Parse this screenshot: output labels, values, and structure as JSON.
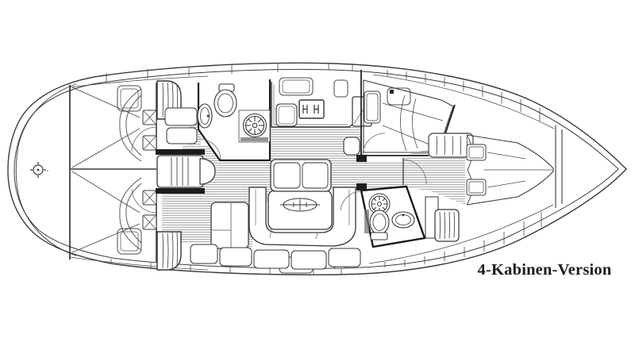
{
  "diagram": {
    "caption": "4-Kabinen-Version",
    "colors": {
      "background": "#ffffff",
      "line": "#3b3b3b",
      "wall": "#161616",
      "sole_line": "#a8a8a8",
      "text": "#1c1c1c"
    },
    "icons": {
      "deck_fitting": "crosshair-circle",
      "shower": "sunburst-circle",
      "toilet": "oval-with-tank",
      "sink": "double-oval",
      "stove": "double-burner-H",
      "table_inlay": "pointed-oval-cross",
      "pillow": "crossed-square"
    }
  }
}
